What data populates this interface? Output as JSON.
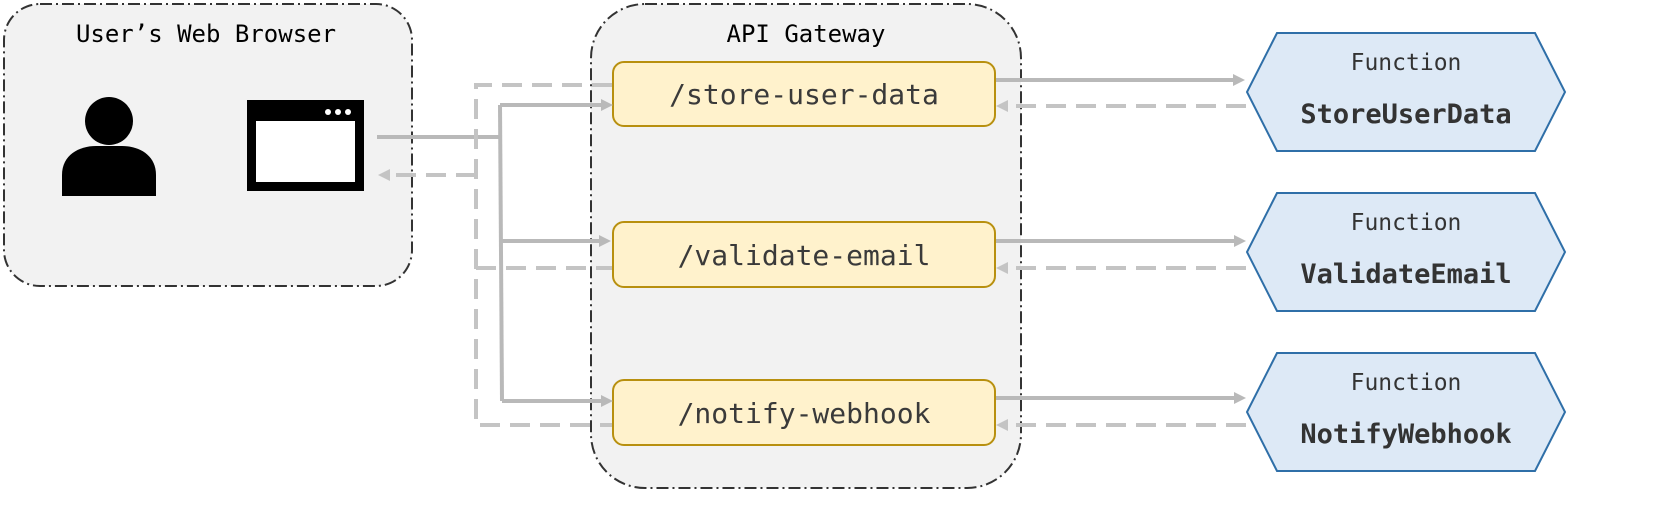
{
  "groups": {
    "browser": {
      "title": "User’s Web Browser"
    },
    "gateway": {
      "title": "API Gateway"
    }
  },
  "endpoints": [
    {
      "path": "/store-user-data"
    },
    {
      "path": "/validate-email"
    },
    {
      "path": "/notify-webhook"
    }
  ],
  "functions": [
    {
      "kind": "Function",
      "name": "StoreUserData"
    },
    {
      "kind": "Function",
      "name": "ValidateEmail"
    },
    {
      "kind": "Function",
      "name": "NotifyWebhook"
    }
  ],
  "icons": {
    "user": "user-icon",
    "window": "browser-window-icon"
  },
  "colors": {
    "group_fill": "#f2f2f2",
    "endpoint_fill": "#fff2cc",
    "endpoint_stroke": "#b8900f",
    "function_fill": "#dde9f6",
    "function_stroke": "#2f6fa8",
    "connector": "#b9b9b9"
  }
}
